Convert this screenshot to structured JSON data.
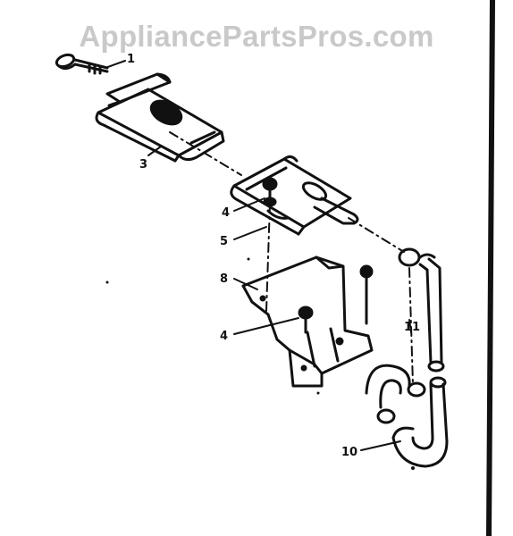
{
  "watermark": {
    "text": "AppliancePartsPros.com",
    "color": "#c9c9c9"
  },
  "diagram": {
    "labels": {
      "part_1": "1",
      "part_3": "3",
      "part_4_top": "4",
      "part_5": "5",
      "part_8": "8",
      "part_4_bottom": "4",
      "part_11": "11",
      "part_10": "10"
    },
    "ink_color": "#111111"
  }
}
